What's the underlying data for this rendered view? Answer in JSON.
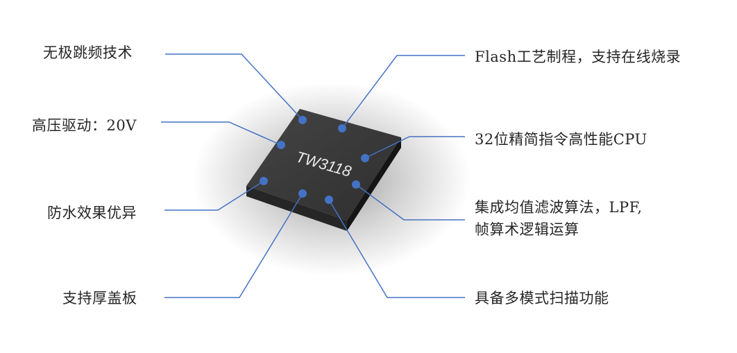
{
  "chip": {
    "text": "TW3118"
  },
  "features": {
    "left": [
      "无极跳频技术",
      "高压驱动：20V",
      "防水效果优异",
      "支持厚盖板"
    ],
    "right": [
      "Flash工艺制程，支持在线烧录",
      "32位精简指令高性能CPU",
      "集成均值滤波算法，LPF,",
      "帧算术逻辑运算",
      "具备多模式扫描功能"
    ]
  },
  "colors": {
    "line": "#4472c4",
    "dot": "#4472c4",
    "chip_top": "#3a3a3a",
    "chip_side": "#1e1e1e",
    "text": "#262626"
  }
}
